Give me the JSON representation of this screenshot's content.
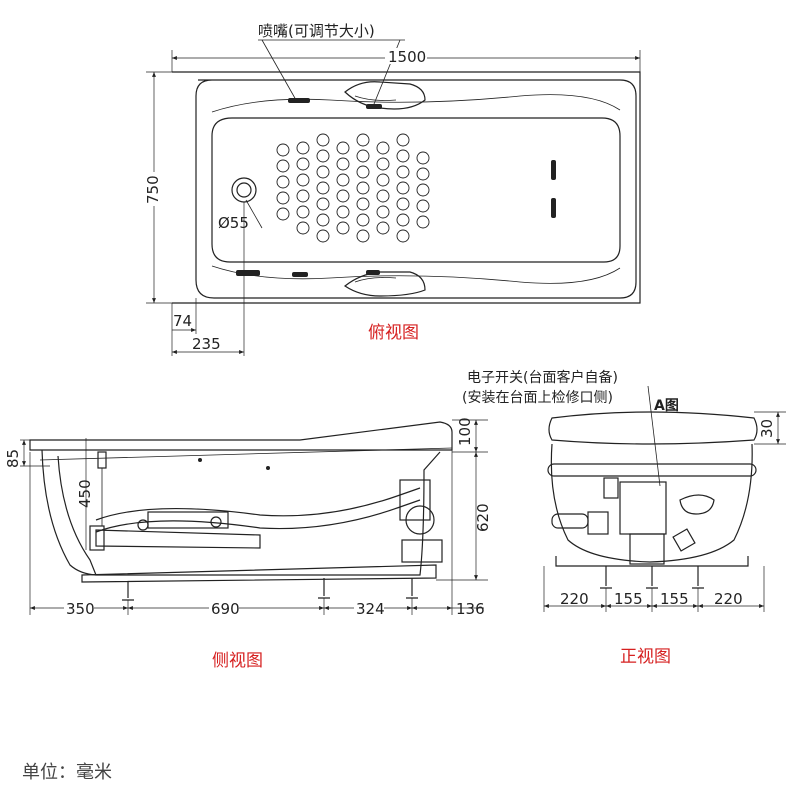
{
  "top_view": {
    "label": "俯视图",
    "nozzle_note": "喷嘴(可调节大小)",
    "length": "1500",
    "width": "750",
    "drain_dia": "Ø55",
    "offset_74": "74",
    "offset_235": "235"
  },
  "side_view": {
    "label": "侧视图",
    "d85": "85",
    "d450": "450",
    "d100": "100",
    "d620": "620",
    "d350": "350",
    "d690": "690",
    "d324": "324",
    "d136": "136"
  },
  "front_view": {
    "label": "正视图",
    "switch_note_1": "电子开关(台面客户自备)",
    "switch_note_2": "(安装在台面上检修口侧)",
    "detail_a": "A图",
    "d30": "30",
    "d220_left": "220",
    "d155_left": "155",
    "d155_right": "155",
    "d220_right": "220"
  },
  "unit_note": "单位：毫米"
}
